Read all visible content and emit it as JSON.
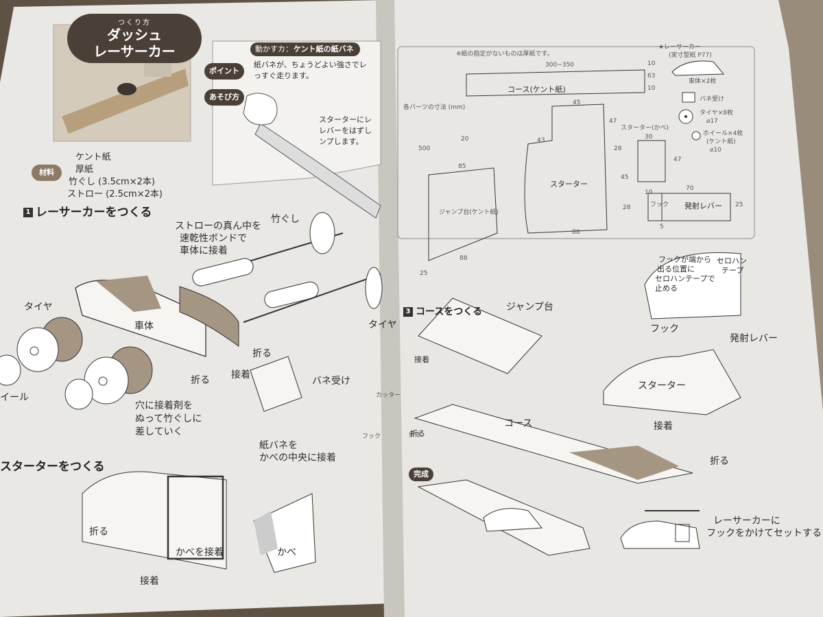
{
  "left_page": {
    "kicker": "つくり方",
    "title_line1": "ダッシュ",
    "title_line2": "レーサーカー",
    "how_it_moves_label": "動かすカ：",
    "how_it_moves_value": "ケント紙の紙バネ",
    "point_badge": "ポイント",
    "point_text_1": "紙バネが、ちょうどよい強さでレ",
    "point_text_2": "っすぐ走ります。",
    "play_badge": "あそび方",
    "play_text_1": "スターターにレ",
    "play_text_2": "レバーをはずし",
    "play_text_3": "ンプします。",
    "materials_badge": "材料",
    "materials": [
      "ケント紙",
      "厚紙",
      "竹ぐし (3.5cm×2本)",
      "ストロー (2.5cm×2本)"
    ],
    "section1_num": "1",
    "section1_title": "レーサーカーをつくる",
    "s1_straw_note": [
      "ストローの真ん中を",
      "速乾性ボンドで",
      "車体に接着"
    ],
    "s1_takegushi": "竹ぐし",
    "s1_tire": "タイヤ",
    "s1_body": "車体",
    "s1_tire_right": "タイヤ",
    "s1_fold_1": "折る",
    "s1_fold_2": "折る",
    "s1_glue": "接着",
    "s1_spring_seat": "バネ受け",
    "s1_wheel": "イール",
    "s1_hole_note": [
      "穴に接着剤を",
      "ぬって竹ぐしに",
      "差していく"
    ],
    "section2_title": "スターターをつくる",
    "s2_spring_note": [
      "紙バネを",
      "かべの中央に接着"
    ],
    "s2_fold": "折る",
    "s2_wall_glue": "かべを接着",
    "s2_wall": "かべ",
    "s2_glue": "接着",
    "s2_cutter_note": "カッター",
    "s2_hook": "フック",
    "s2_fold_right": "折る"
  },
  "right_page": {
    "note_top": "※紙の指定がないものは厚紙です。",
    "parts_heading": "各パーツの寸法 (mm)",
    "course_label": "コース(ケント紙)",
    "course_dims": {
      "len": "300~350",
      "h1": "10",
      "h2": "63",
      "h3": "10"
    },
    "racer_heading": "★レーサーカー",
    "racer_sub": "(実寸型紙 P77)",
    "car_body": "車体×2枚",
    "spring_seat": "バネ受け",
    "tire": "タイヤ×8枚",
    "tire_size": "⌀17",
    "wheel": "ホイール×4枚",
    "wheel_sub": "(ケント紙)",
    "wheel_size": "⌀10",
    "starter_label": "スターター",
    "starter_wall": "スターター(かべ)",
    "starter_dims": {
      "top": "45",
      "left": "43",
      "r1": "47",
      "r2": "28",
      "r3": "45",
      "r4": "28",
      "bottom": "88"
    },
    "wall_dims": {
      "w": "30",
      "h": "47"
    },
    "lever_label": "発射レバー",
    "hook_small": "フック",
    "lever_dims": {
      "w": "70",
      "h": "25",
      "hook": "10",
      "hook_w": "5"
    },
    "jump_label": "ジャンプ台(ケント紙)",
    "jump_dims": {
      "top": "85",
      "bottom": "88",
      "left": "25",
      "side": "20",
      "side2": "500"
    },
    "section3_num": "3",
    "section3_title": "コースをつくる",
    "callout": [
      "フックが端から",
      "出る位置に",
      "セロハンテープで",
      "止める"
    ],
    "cellotape": "セロハン",
    "cellotape2": "テープ",
    "jump_platform": "ジャンプ台",
    "hook": "フック",
    "launch_lever": "発射レバー",
    "starter": "スターター",
    "glue_small": "接着",
    "course": "コース",
    "glue": "接着",
    "fold": "折る",
    "fold_left": "折る",
    "complete_badge": "完成",
    "final_note": [
      "レーサーカーに",
      "フックをかけてセットする"
    ]
  }
}
